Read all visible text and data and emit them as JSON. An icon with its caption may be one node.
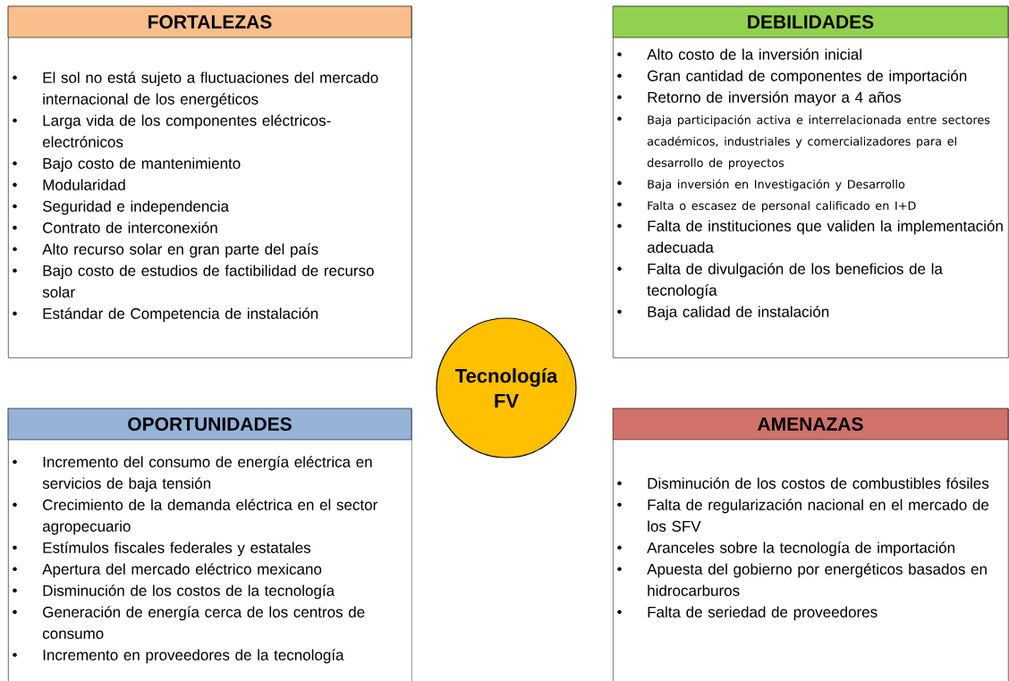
{
  "diagram": {
    "nodes": [
      {
        "text": [
          "FORTALEZAS",
          "El sol no está sujeto a fluctuaciones del mercado internacional de los energéticos",
          "Larga vida de los componentes eléctricos-electrónicos",
          "Bajo costo de mantenimiento",
          "Modularidad",
          "Seguridad e independencia",
          "Contrato de interconexión",
          "Alto recurso solar en gran parte del país",
          "Bajo costo de estudios de factibilidad de recurso solar",
          "Estándar de Competencia de instalación"
        ]
      },
      {
        "text": [
          "DEBILIDADES",
          "Alto costo de la inversión inicial",
          "Gran cantidad de componentes de importación",
          "Retorno de inversión mayor a 4 años",
          "Baja participación activa e interrelacionada entre sectores académicos, industriales y comercializadores para el desarrollo de proyectos",
          "Baja inversión en Investigación y Desarrollo",
          "Falta o escasez de personal calificado en I+D",
          "Falta de instituciones que validen la implementación adecuada",
          "Falta de divulgación de los beneficios de la tecnología",
          "Baja calidad de instalación"
        ]
      },
      {
        "text": [
          "Tecnología FV"
        ]
      },
      {
        "text": [
          "OPORTUNIDADES",
          "Incremento del consumo de energía eléctrica en servicios de baja tensión",
          "Crecimiento de la demanda eléctrica en el sector agropecuario",
          "Estímulos fiscales federales y estatales",
          "Apertura del mercado eléctrico mexicano",
          "Disminución de los costos de la tecnología",
          "Generación de energía cerca de los centros de consumo",
          "Incremento en proveedores de la tecnología"
        ]
      },
      {
        "text": [
          "AMENAZAS",
          "Disminución de los costos de combustibles fósiles",
          "Falta de regularización nacional en el mercado de los SFV",
          "Aranceles sobre la tecnología de importación",
          "Apuesta del gobierno por energéticos basados en hidrocarburos",
          "Falta de seriedad de proveedores"
        ]
      }
    ]
  }
}
